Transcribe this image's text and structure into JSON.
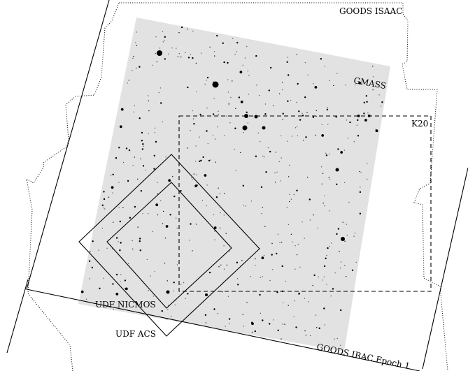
{
  "labels": {
    "goods_isaac": "GOODS ISAAC",
    "gmass": "GMASS",
    "k20": "K20",
    "udf_nicmos": "UDF NICMOS",
    "udf_acs": "UDF ACS",
    "goods_irac": "GOODS IRAC Epoch 1"
  },
  "colors": {
    "image_background": "#e2e2e2",
    "source_color": "#000000",
    "outline": "#000000"
  }
}
